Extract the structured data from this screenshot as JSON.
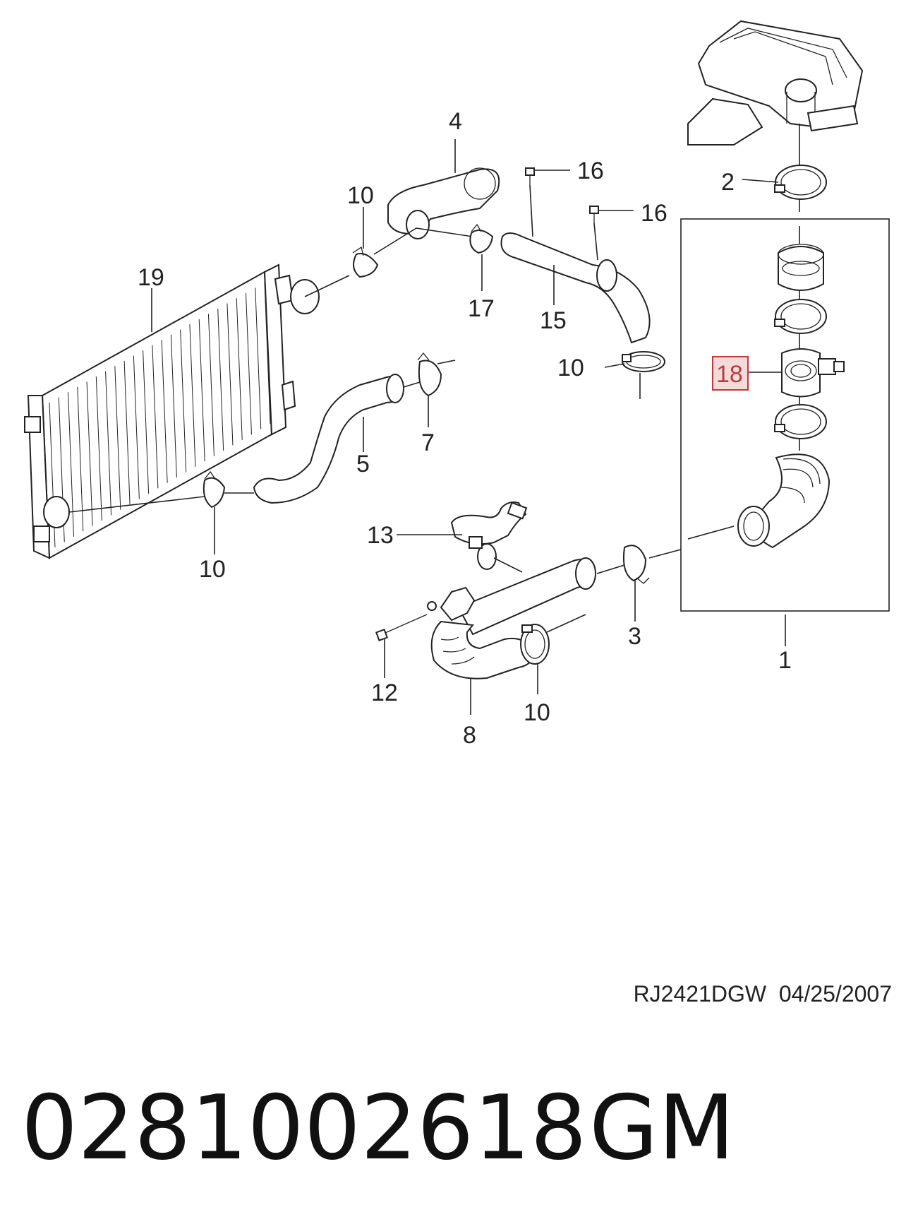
{
  "callouts": {
    "c1": "1",
    "c2": "2",
    "c3": "3",
    "c4": "4",
    "c5": "5",
    "c7": "7",
    "c8": "8",
    "c10a": "10",
    "c10b": "10",
    "c10c": "10",
    "c10d": "10",
    "c12": "12",
    "c13": "13",
    "c15": "15",
    "c16a": "16",
    "c16b": "16",
    "c17": "17",
    "c18": "18",
    "c19": "19"
  },
  "highlight": {
    "color": "#c0393b"
  },
  "reference": "RJ2421DGW  04/25/2007",
  "part_number": "0281002618",
  "brand": "GM"
}
